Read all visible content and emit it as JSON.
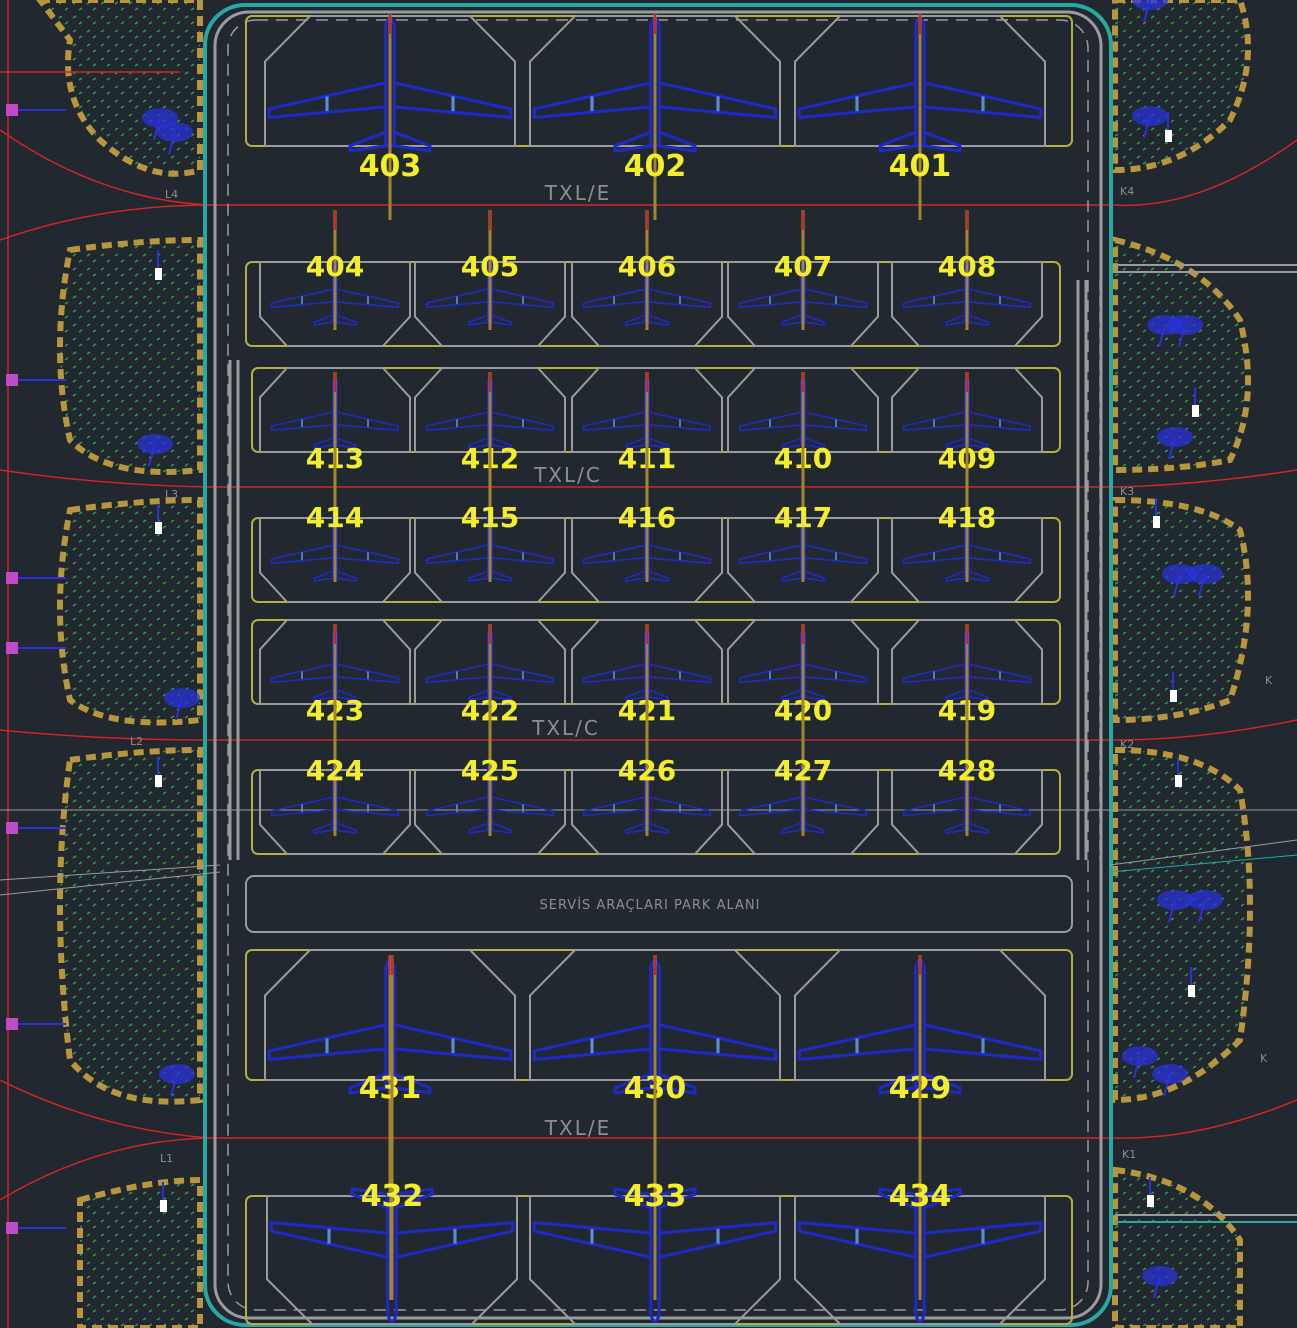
{
  "colors": {
    "background": "#212830",
    "stand_number": "#f2ee2a",
    "stand_outline": "#b7ad45",
    "stand_centerline": "#a2862f",
    "aircraft": "#1f2ac3",
    "aircraft_light": "#5b8bd6",
    "pavement_line": "#9b9b9b",
    "taxiway_text": "#8e8e8e",
    "red_line": "#d02525",
    "cyan_edge": "#26a9a3",
    "landscape_dot": "#2f9e4a",
    "landscape_border": "#b8963d",
    "blue_marker": "#2a31d8",
    "magenta_marker": "#c24ac7"
  },
  "labels": {
    "taxiway_top": "TXL/E",
    "taxiway_upper_mid": "TXL/C",
    "taxiway_lower_mid": "TXL/C",
    "taxiway_bottom": "TXL/E",
    "service_area": "SERVİS ARAÇLARI PARK ALANI",
    "left_l4": "L4",
    "left_l3": "L3",
    "left_l2": "L2",
    "left_l1": "L1",
    "right_k4": "K4",
    "right_k3": "K3",
    "right_k2": "K2",
    "right_k1": "K1",
    "right_k_a": "K",
    "right_k_b": "K"
  },
  "stands": {
    "row_a": [
      "403",
      "402",
      "401"
    ],
    "row_b": [
      "404",
      "405",
      "406",
      "407",
      "408"
    ],
    "row_c": [
      "413",
      "412",
      "411",
      "410",
      "409"
    ],
    "row_d": [
      "414",
      "415",
      "416",
      "417",
      "418"
    ],
    "row_e": [
      "423",
      "422",
      "421",
      "420",
      "419"
    ],
    "row_f": [
      "424",
      "425",
      "426",
      "427",
      "428"
    ],
    "row_g": [
      "431",
      "430",
      "429"
    ],
    "row_h": [
      "432",
      "433",
      "434"
    ]
  }
}
